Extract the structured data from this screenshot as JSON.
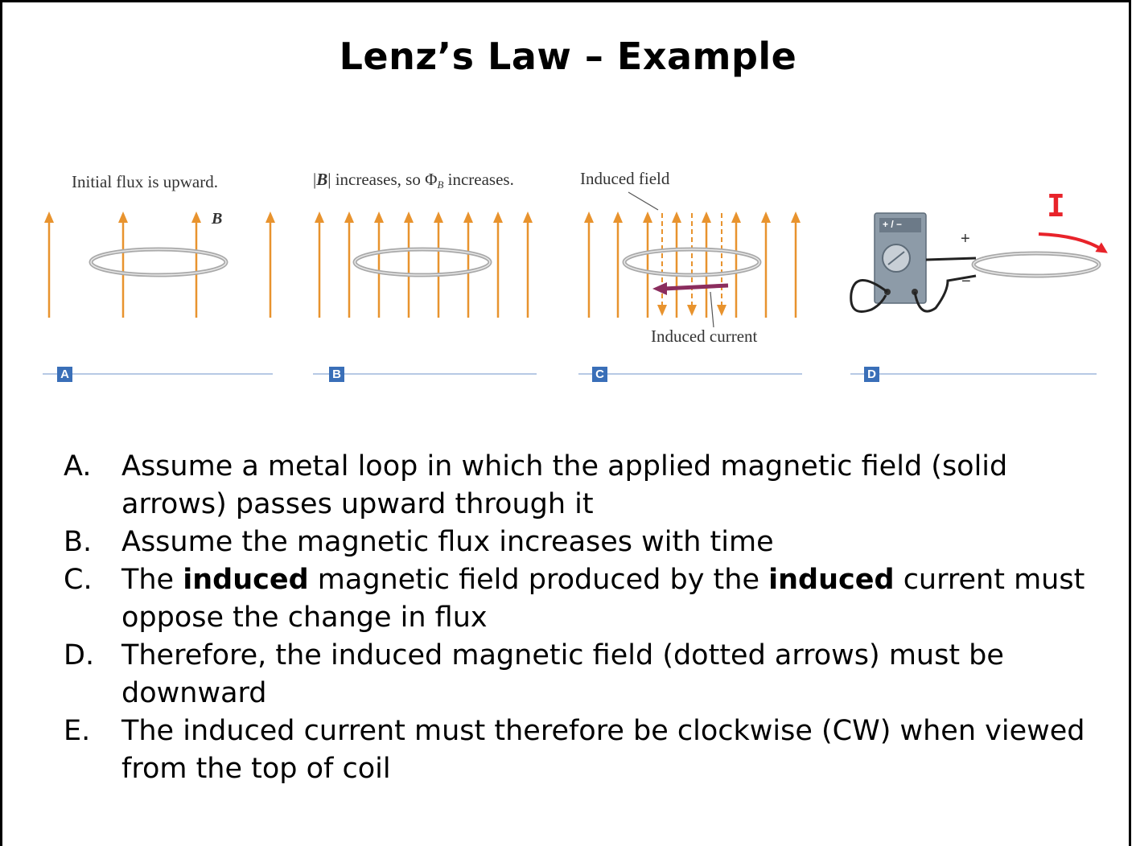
{
  "title": "Lenz’s Law – Example",
  "figure": {
    "panel_a": {
      "caption": "Initial flux is upward.",
      "vector_label": "B",
      "tag": "A"
    },
    "panel_b": {
      "caption_b": "B",
      "caption_mid": " increases, so Φ",
      "caption_sub": "B",
      "caption_end": " increases.",
      "tag": "B"
    },
    "panel_c": {
      "caption": "Induced field",
      "induced_current": "Induced current",
      "tag": "C"
    },
    "panel_d": {
      "meter_label": "+ / −",
      "plus": "+",
      "minus": "−",
      "tag": "D"
    },
    "current_symbol": "I",
    "colors": {
      "field_arrow": "#e8932e",
      "loop": "#a9a9a9",
      "induced_arrow": "#8b2d5e",
      "current_arrow": "#e8232a",
      "tag_bg": "#3a6fb8",
      "rule": "#9fb7dc"
    }
  },
  "list": [
    {
      "marker": "A.",
      "text": "Assume a metal loop in which the applied magnetic field (solid arrows) passes upward through it"
    },
    {
      "marker": "B.",
      "text": "Assume the magnetic flux increases with time"
    },
    {
      "marker": "C.",
      "t1": "The ",
      "b1": "induced",
      "t2": " magnetic field produced by the ",
      "b2": "induced",
      "t3": " current must oppose the change in flux"
    },
    {
      "marker": "D.",
      "text": "Therefore, the induced magnetic field (dotted arrows) must be downward"
    },
    {
      "marker": "E.",
      "text": "The induced current must therefore be clockwise (CW) when viewed from the top of coil"
    }
  ]
}
